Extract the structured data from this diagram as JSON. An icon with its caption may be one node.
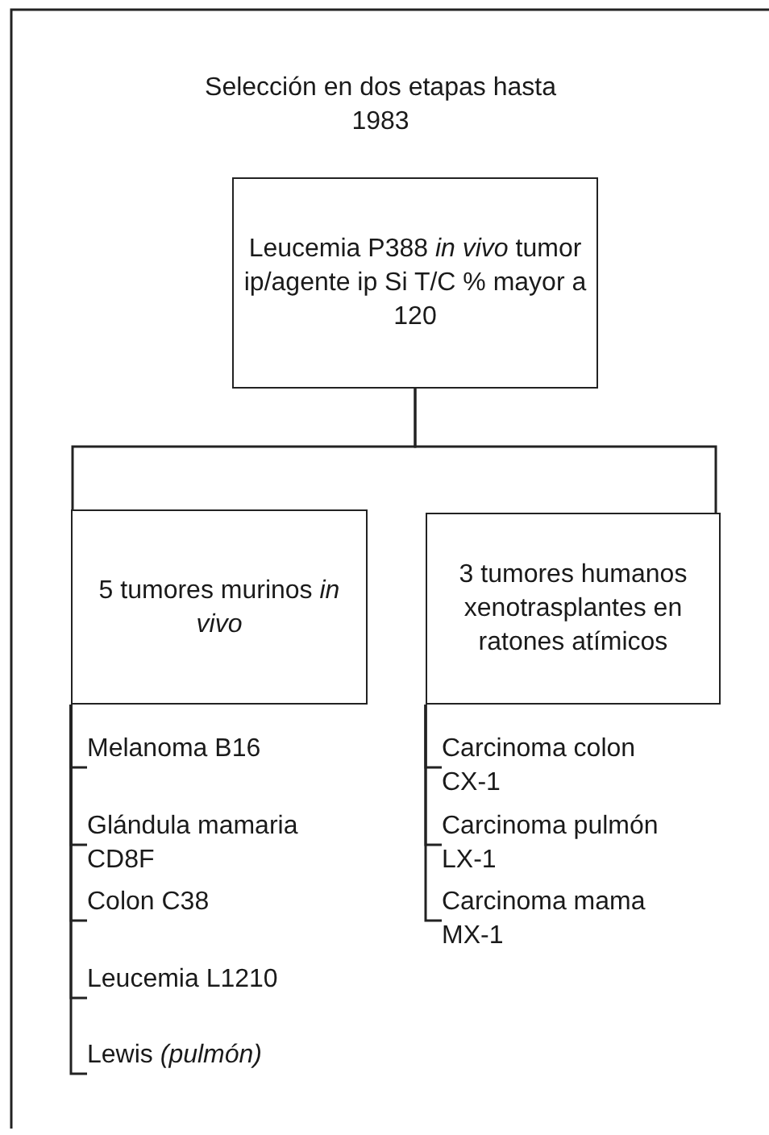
{
  "diagram": {
    "title": "Selección en dos etapas hasta 1983",
    "nodes": [
      {
        "text": [
          "Leucemia P388 *in vivo* tumor ip/agente ip Si T/C % mayor a 120"
        ]
      },
      {
        "text": [
          "5 tumores murinos *in vivo*"
        ]
      },
      {
        "text": [
          "3 tumores humanos xenotrasplantes en ratones atímicos"
        ]
      },
      {
        "text": [
          "Melanoma B16"
        ]
      },
      {
        "text": [
          "Glándula mamaria CD8F"
        ]
      },
      {
        "text": [
          "Colon C38"
        ]
      },
      {
        "text": [
          "Leucemia L1210"
        ]
      },
      {
        "text": [
          "Lewis *(pulmón)*"
        ]
      },
      {
        "text": [
          "Carcinoma colon CX-1"
        ]
      },
      {
        "text": [
          "Carcinoma pulmón LX-1"
        ]
      },
      {
        "text": [
          "Carcinoma mama MX-1"
        ]
      }
    ],
    "edges": [
      {
        "from": 0,
        "to": 1,
        "arrow": "none"
      },
      {
        "from": 0,
        "to": 2,
        "arrow": "none"
      },
      {
        "from": 1,
        "to": 3,
        "arrow": "none"
      },
      {
        "from": 1,
        "to": 4,
        "arrow": "none"
      },
      {
        "from": 1,
        "to": 5,
        "arrow": "none"
      },
      {
        "from": 1,
        "to": 6,
        "arrow": "none"
      },
      {
        "from": 1,
        "to": 7,
        "arrow": "none"
      },
      {
        "from": 2,
        "to": 8,
        "arrow": "none"
      },
      {
        "from": 2,
        "to": 9,
        "arrow": "none"
      },
      {
        "from": 2,
        "to": 10,
        "arrow": "none"
      }
    ]
  }
}
